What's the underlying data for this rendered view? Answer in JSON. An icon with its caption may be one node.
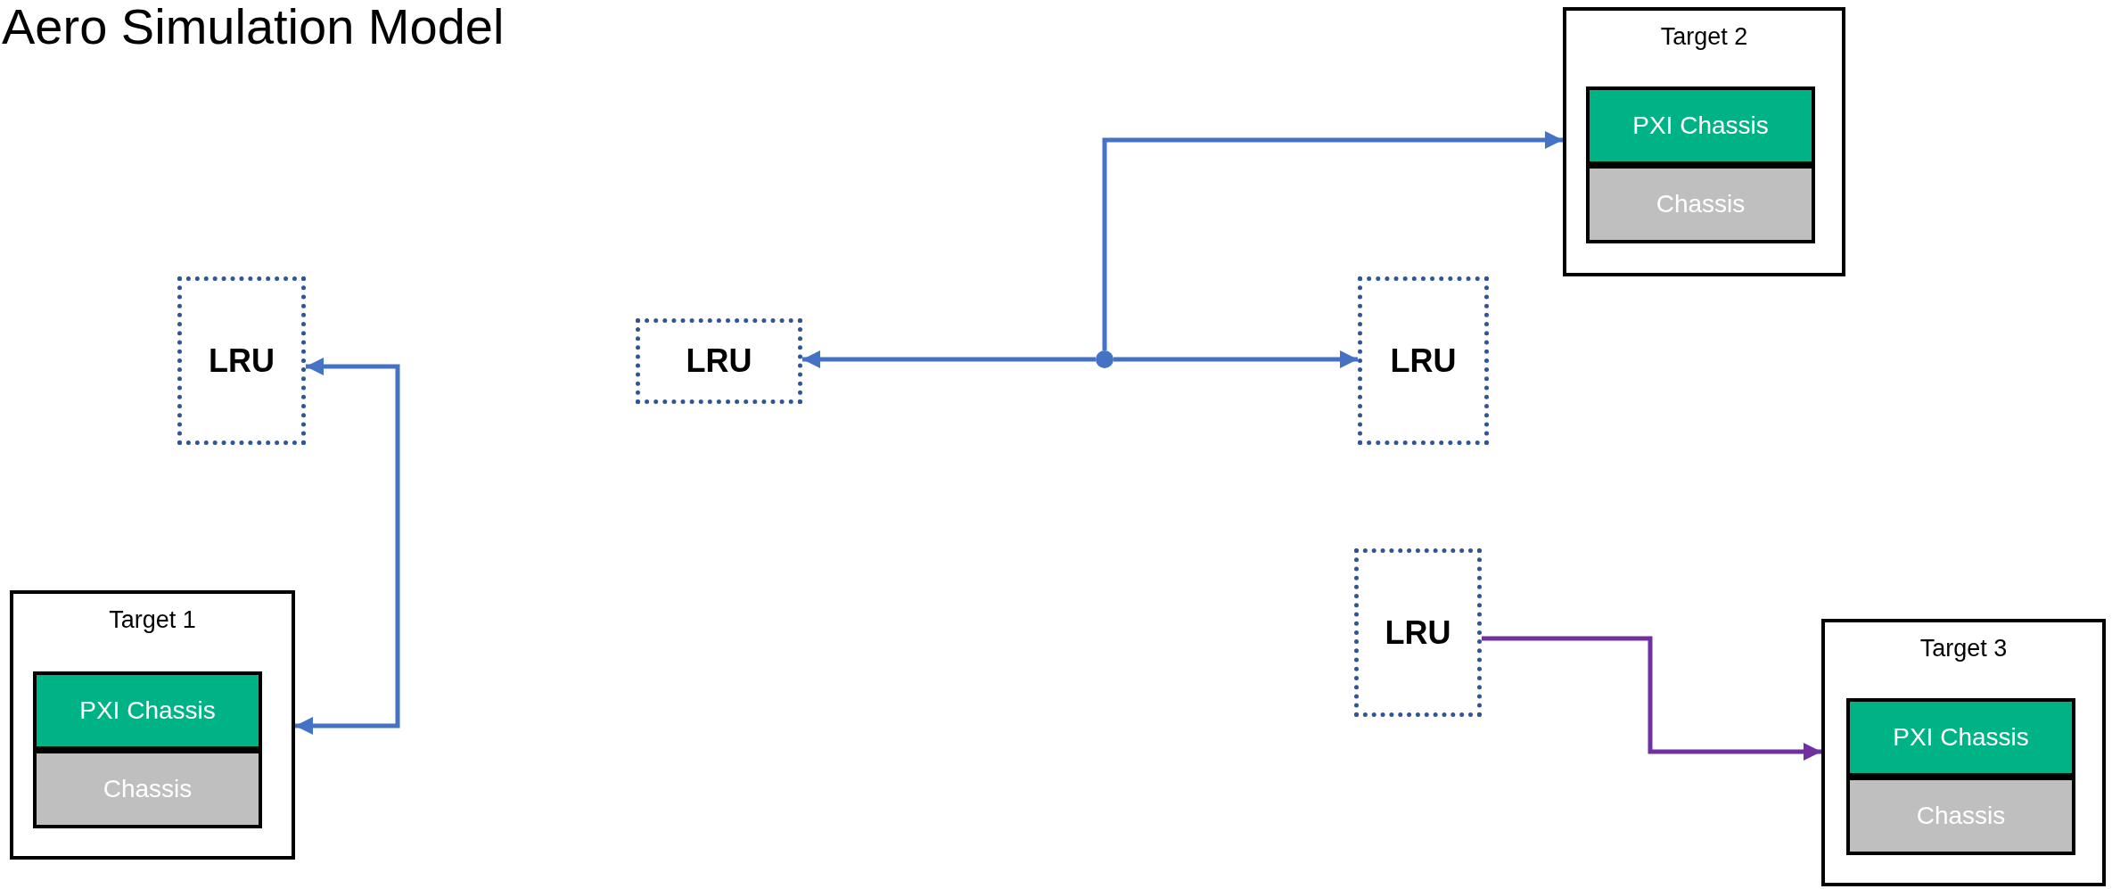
{
  "diagram": {
    "title": "Aero Simulation Model",
    "nodes": [
      {
        "text": [
          "Target 2"
        ]
      },
      {
        "text": [
          "PXI Chassis"
        ],
        "in": 0
      },
      {
        "text": [
          "Chassis"
        ],
        "in": 0
      },
      {
        "text": [
          "LRU"
        ]
      },
      {
        "text": [
          "LRU"
        ]
      },
      {
        "text": [],
        "shape": "circle"
      },
      {
        "text": [
          "LRU"
        ]
      },
      {
        "text": [
          "LRU"
        ]
      },
      {
        "text": [
          "Target 1"
        ]
      },
      {
        "text": [
          "PXI Chassis"
        ],
        "in": 8
      },
      {
        "text": [
          "Chassis"
        ],
        "in": 8
      },
      {
        "text": [
          "Target 3"
        ]
      },
      {
        "text": [
          "PXI Chassis"
        ],
        "in": 11
      },
      {
        "text": [
          "Chassis"
        ],
        "in": 11
      }
    ],
    "edges": [
      {
        "from": 5,
        "to": 4,
        "arrow": "to"
      },
      {
        "from": 5,
        "to": 6,
        "arrow": "to"
      },
      {
        "from": 5,
        "to": 0,
        "arrow": "to"
      },
      {
        "from": 3,
        "to": 8,
        "arrow": "both"
      },
      {
        "from": 7,
        "to": 11,
        "arrow": "to",
        "color": "#7030a0"
      }
    ]
  }
}
